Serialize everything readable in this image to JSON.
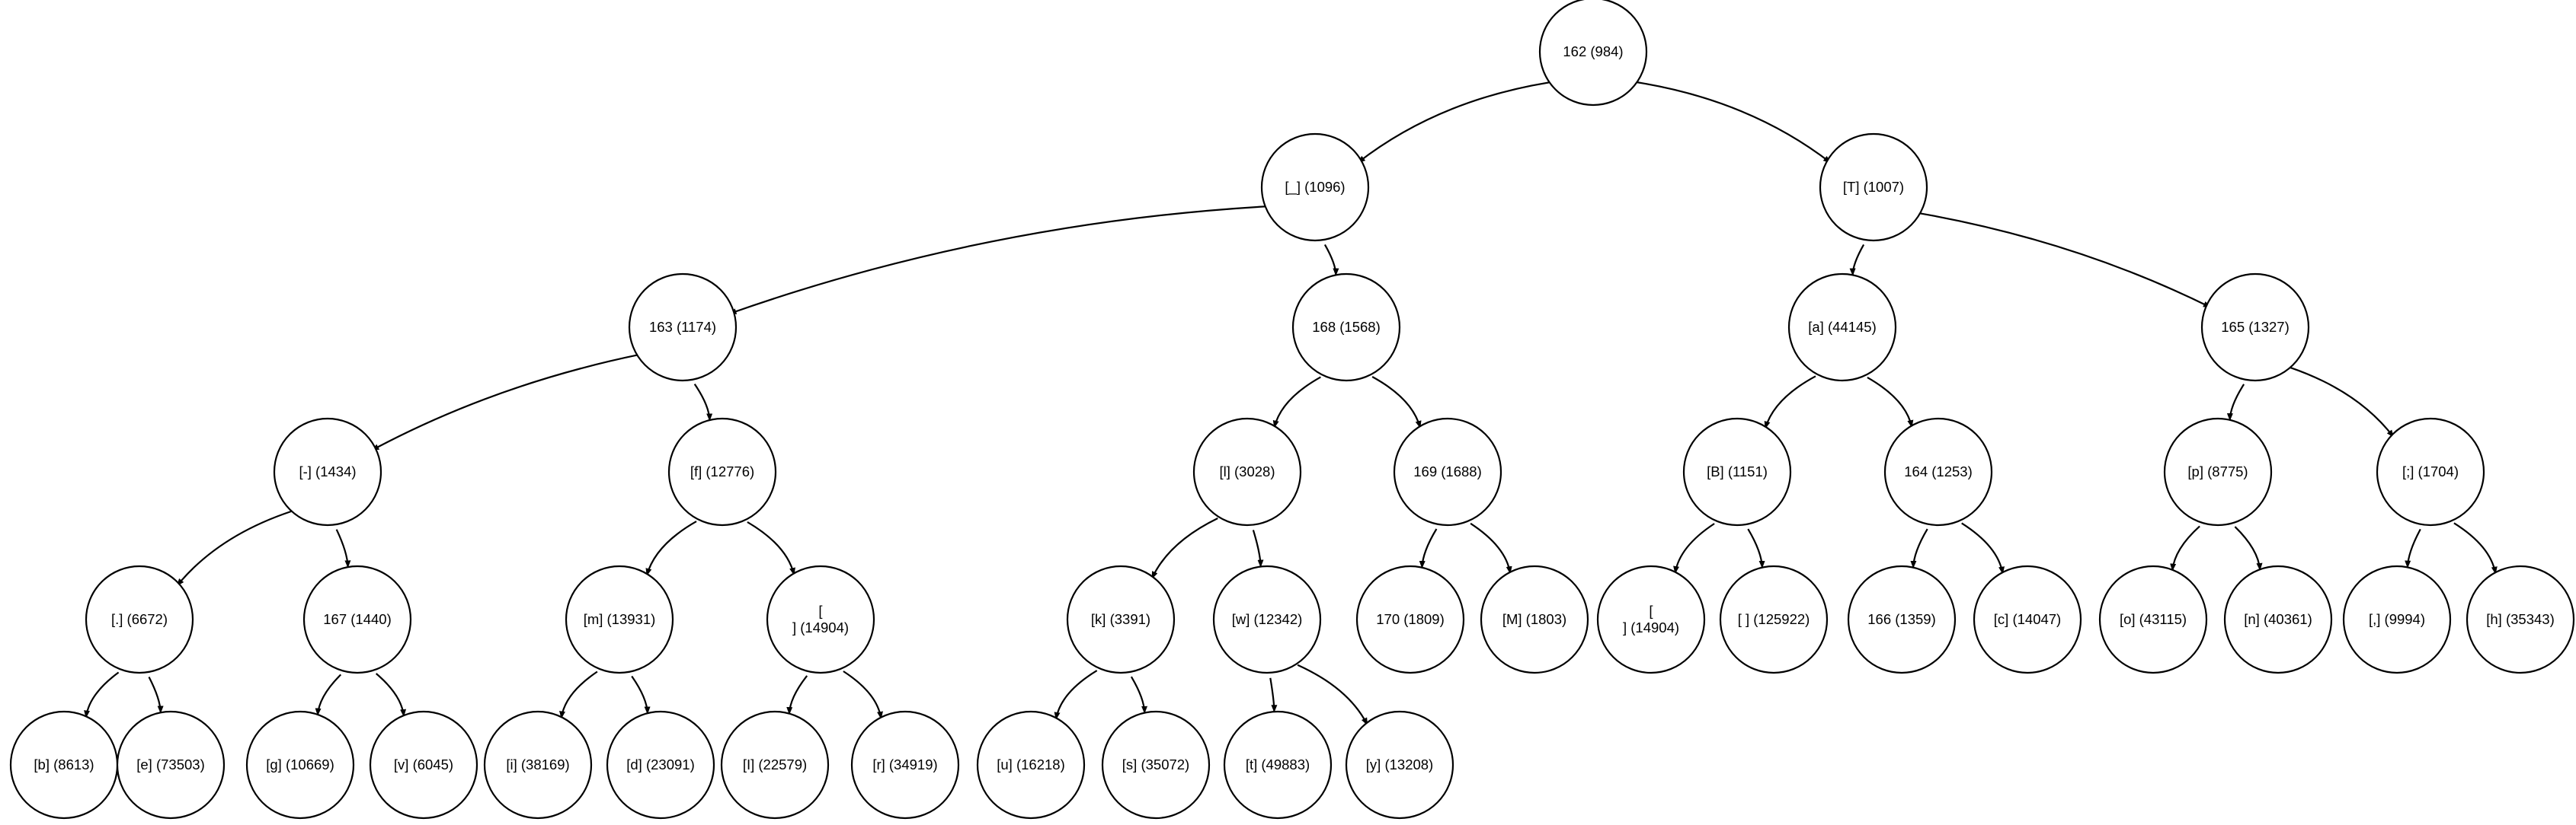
{
  "diagram": {
    "type": "binary-tree",
    "line_color": "#000000",
    "background": "#ffffff",
    "nodes": [
      {
        "id": "n162",
        "label": "162 (984)"
      },
      {
        "id": "n_",
        "label": "[_] (1096)"
      },
      {
        "id": "nT",
        "label": "[T] (1007)"
      },
      {
        "id": "n163",
        "label": "163 (1174)"
      },
      {
        "id": "n168",
        "label": "168 (1568)"
      },
      {
        "id": "na",
        "label": "[a] (44145)"
      },
      {
        "id": "n165",
        "label": "165 (1327)"
      },
      {
        "id": "ndash",
        "label": "[-] (1434)"
      },
      {
        "id": "nf",
        "label": "[f] (12776)"
      },
      {
        "id": "nl",
        "label": "[l] (3028)"
      },
      {
        "id": "n169",
        "label": "169 (1688)"
      },
      {
        "id": "nB",
        "label": "[B] (1151)"
      },
      {
        "id": "n164",
        "label": "164 (1253)"
      },
      {
        "id": "np",
        "label": "[p] (8775)"
      },
      {
        "id": "nsemi",
        "label": "[;] (1704)"
      },
      {
        "id": "ndot",
        "label": "[.] (6672)"
      },
      {
        "id": "n167",
        "label": "167 (1440)"
      },
      {
        "id": "nm",
        "label": "[m] (13931)"
      },
      {
        "id": "nnl1",
        "label": "[\n] (14904)"
      },
      {
        "id": "nk",
        "label": "[k] (3391)"
      },
      {
        "id": "nw",
        "label": "[w] (12342)"
      },
      {
        "id": "n170",
        "label": "170 (1809)"
      },
      {
        "id": "nM",
        "label": "[M] (1803)"
      },
      {
        "id": "nnl2",
        "label": "[\n] (14904)"
      },
      {
        "id": "nspace",
        "label": "[ ] (125922)"
      },
      {
        "id": "n166",
        "label": "166 (1359)"
      },
      {
        "id": "nc",
        "label": "[c] (14047)"
      },
      {
        "id": "no",
        "label": "[o] (43115)"
      },
      {
        "id": "nn",
        "label": "[n] (40361)"
      },
      {
        "id": "ncomma",
        "label": "[,] (9994)"
      },
      {
        "id": "nh",
        "label": "[h] (35343)"
      },
      {
        "id": "nb",
        "label": "[b] (8613)"
      },
      {
        "id": "ne",
        "label": "[e] (73503)"
      },
      {
        "id": "ng",
        "label": "[g] (10669)"
      },
      {
        "id": "nv",
        "label": "[v] (6045)"
      },
      {
        "id": "ni",
        "label": "[i] (38169)"
      },
      {
        "id": "nd",
        "label": "[d] (23091)"
      },
      {
        "id": "nI",
        "label": "[I] (22579)"
      },
      {
        "id": "nr",
        "label": "[r] (34919)"
      },
      {
        "id": "nu",
        "label": "[u] (16218)"
      },
      {
        "id": "ns",
        "label": "[s] (35072)"
      },
      {
        "id": "nt",
        "label": "[t] (49883)"
      },
      {
        "id": "ny",
        "label": "[y] (13208)"
      }
    ],
    "edges": [
      [
        "n162",
        "n_"
      ],
      [
        "n162",
        "nT"
      ],
      [
        "n_",
        "n163"
      ],
      [
        "n_",
        "n168"
      ],
      [
        "nT",
        "na"
      ],
      [
        "nT",
        "n165"
      ],
      [
        "n163",
        "ndash"
      ],
      [
        "n163",
        "nf"
      ],
      [
        "n168",
        "nl"
      ],
      [
        "n168",
        "n169"
      ],
      [
        "na",
        "nB"
      ],
      [
        "na",
        "n164"
      ],
      [
        "n165",
        "np"
      ],
      [
        "n165",
        "nsemi"
      ],
      [
        "ndash",
        "ndot"
      ],
      [
        "ndash",
        "n167"
      ],
      [
        "nf",
        "nm"
      ],
      [
        "nf",
        "nnl1"
      ],
      [
        "nl",
        "nk"
      ],
      [
        "nl",
        "nw"
      ],
      [
        "n169",
        "n170"
      ],
      [
        "n169",
        "nM"
      ],
      [
        "nB",
        "nnl2"
      ],
      [
        "nB",
        "nspace"
      ],
      [
        "n164",
        "n166"
      ],
      [
        "n164",
        "nc"
      ],
      [
        "np",
        "no"
      ],
      [
        "np",
        "nn"
      ],
      [
        "nsemi",
        "ncomma"
      ],
      [
        "nsemi",
        "nh"
      ],
      [
        "ndot",
        "nb"
      ],
      [
        "ndot",
        "ne"
      ],
      [
        "n167",
        "ng"
      ],
      [
        "n167",
        "nv"
      ],
      [
        "nm",
        "ni"
      ],
      [
        "nm",
        "nd"
      ],
      [
        "nnl1",
        "nI"
      ],
      [
        "nnl1",
        "nr"
      ],
      [
        "nk",
        "nu"
      ],
      [
        "nk",
        "ns"
      ],
      [
        "nw",
        "nt"
      ],
      [
        "nw",
        "ny"
      ]
    ]
  }
}
